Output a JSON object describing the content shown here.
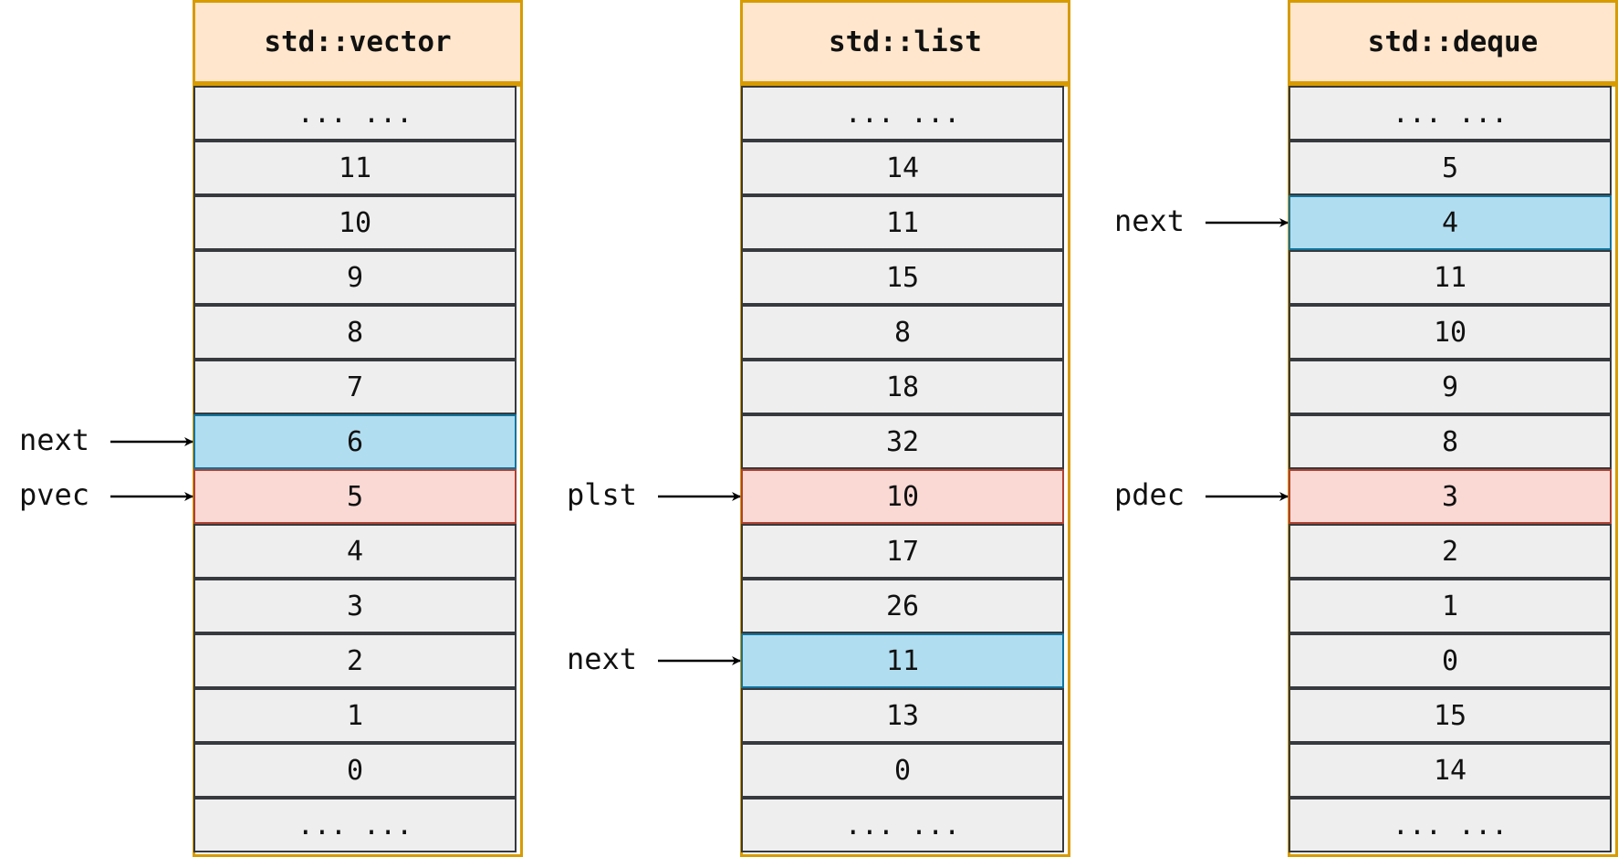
{
  "columns": [
    {
      "title": "std::vector",
      "cells": [
        {
          "value": "... ...",
          "state": "normal"
        },
        {
          "value": "11",
          "state": "normal"
        },
        {
          "value": "10",
          "state": "normal"
        },
        {
          "value": "9",
          "state": "normal"
        },
        {
          "value": "8",
          "state": "normal"
        },
        {
          "value": "7",
          "state": "normal"
        },
        {
          "value": "6",
          "state": "next"
        },
        {
          "value": "5",
          "state": "ptr"
        },
        {
          "value": "4",
          "state": "normal"
        },
        {
          "value": "3",
          "state": "normal"
        },
        {
          "value": "2",
          "state": "normal"
        },
        {
          "value": "1",
          "state": "normal"
        },
        {
          "value": "0",
          "state": "normal"
        },
        {
          "value": "... ...",
          "state": "normal"
        }
      ],
      "pointers": [
        {
          "label": "next",
          "row": 6
        },
        {
          "label": "pvec",
          "row": 7
        }
      ]
    },
    {
      "title": "std::list",
      "cells": [
        {
          "value": "... ...",
          "state": "normal"
        },
        {
          "value": "14",
          "state": "normal"
        },
        {
          "value": "11",
          "state": "normal"
        },
        {
          "value": "15",
          "state": "normal"
        },
        {
          "value": "8",
          "state": "normal"
        },
        {
          "value": "18",
          "state": "normal"
        },
        {
          "value": "32",
          "state": "normal"
        },
        {
          "value": "10",
          "state": "ptr"
        },
        {
          "value": "17",
          "state": "normal"
        },
        {
          "value": "26",
          "state": "normal"
        },
        {
          "value": "11",
          "state": "next"
        },
        {
          "value": "13",
          "state": "normal"
        },
        {
          "value": "0",
          "state": "normal"
        },
        {
          "value": "... ...",
          "state": "normal"
        }
      ],
      "pointers": [
        {
          "label": "plst",
          "row": 7
        },
        {
          "label": "next",
          "row": 10
        }
      ]
    },
    {
      "title": "std::deque",
      "cells": [
        {
          "value": "... ...",
          "state": "normal"
        },
        {
          "value": "5",
          "state": "normal"
        },
        {
          "value": "4",
          "state": "next"
        },
        {
          "value": "11",
          "state": "normal"
        },
        {
          "value": "10",
          "state": "normal"
        },
        {
          "value": "9",
          "state": "normal"
        },
        {
          "value": "8",
          "state": "normal"
        },
        {
          "value": "3",
          "state": "ptr"
        },
        {
          "value": "2",
          "state": "normal"
        },
        {
          "value": "1",
          "state": "normal"
        },
        {
          "value": "0",
          "state": "normal"
        },
        {
          "value": "15",
          "state": "normal"
        },
        {
          "value": "14",
          "state": "normal"
        },
        {
          "value": "... ...",
          "state": "normal"
        }
      ],
      "pointers": [
        {
          "label": "next",
          "row": 2
        },
        {
          "label": "pdec",
          "row": 7
        }
      ]
    }
  ],
  "colors": {
    "header_fill": "#ffe6cc",
    "header_border": "#d79b00",
    "cell_fill": "#eeeeee",
    "next_fill": "#b1ddf0",
    "ptr_fill": "#fad9d5"
  }
}
